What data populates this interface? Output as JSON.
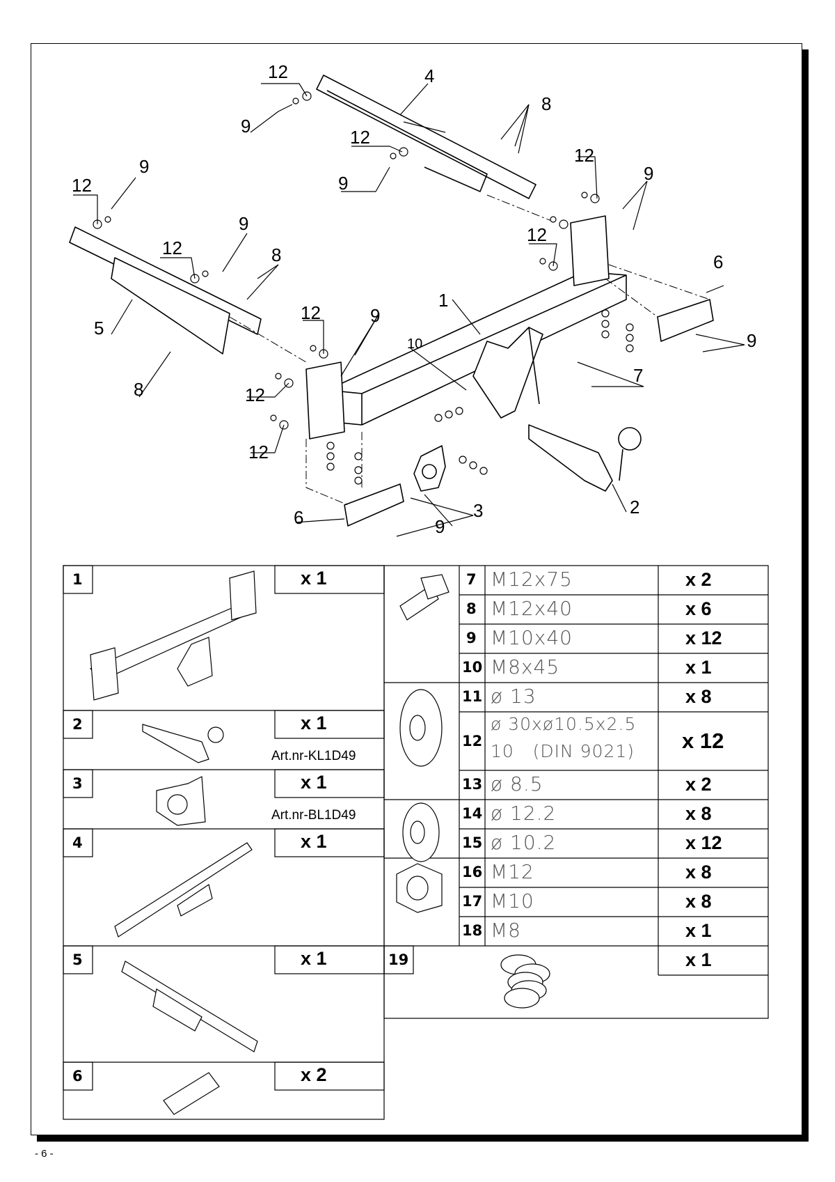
{
  "drawing": {
    "callouts": [
      "1",
      "2",
      "3",
      "4",
      "5",
      "6",
      "6",
      "7",
      "8",
      "8",
      "8",
      "9",
      "9",
      "9",
      "9",
      "9",
      "9",
      "9",
      "9",
      "10",
      "12",
      "12",
      "12",
      "12",
      "12",
      "12",
      "12",
      "12",
      "12"
    ]
  },
  "parts_left": [
    {
      "num": "1",
      "qty": "x 1"
    },
    {
      "num": "2",
      "qty": "x 1",
      "art": "Art.nr-KL1D49"
    },
    {
      "num": "3",
      "qty": "x 1",
      "art": "Art.nr-BL1D49"
    },
    {
      "num": "4",
      "qty": "x 1"
    },
    {
      "num": "5",
      "qty": "x 1"
    },
    {
      "num": "6",
      "qty": "x 2"
    }
  ],
  "parts_right": [
    {
      "num": "7",
      "spec": "M12x75",
      "qty": "x 2"
    },
    {
      "num": "8",
      "spec": "M12x40",
      "qty": "x 6"
    },
    {
      "num": "9",
      "spec": "M10x40",
      "qty": "x 12"
    },
    {
      "num": "10",
      "spec": "M8x45",
      "qty": "x 1"
    },
    {
      "num": "11",
      "spec": "ø 13",
      "qty": "x 8"
    },
    {
      "num": "12",
      "spec": "ø 30xø10.5x2.5",
      "spec2": "10   (DIN 9021)",
      "qty": "x 12"
    },
    {
      "num": "13",
      "spec": "ø 8.5",
      "qty": "x 2"
    },
    {
      "num": "14",
      "spec": "ø 12.2",
      "qty": "x 8"
    },
    {
      "num": "15",
      "spec": "ø 10.2",
      "qty": "x 12"
    },
    {
      "num": "16",
      "spec": "M12",
      "qty": "x 8"
    },
    {
      "num": "17",
      "spec": "M10",
      "qty": "x 8"
    },
    {
      "num": "18",
      "spec": "M8",
      "qty": "x 1"
    },
    {
      "num": "19",
      "qty": "x 1"
    }
  ],
  "page_number": "- 6 -"
}
